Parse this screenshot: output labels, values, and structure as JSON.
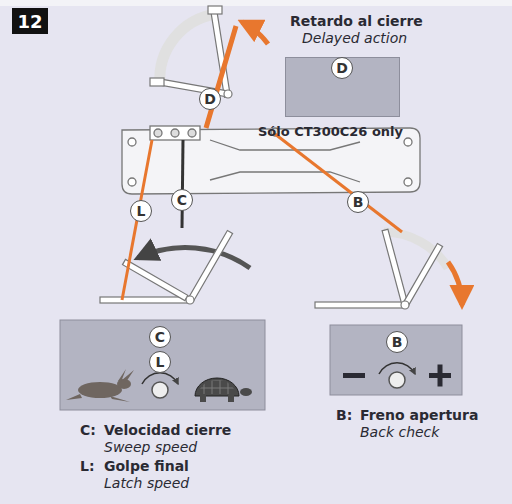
{
  "diagram": {
    "nodes": [
      {
        "text": [
          "12"
        ]
      },
      {
        "text": [
          "Retardo al cierre",
          "Delayed action"
        ]
      },
      {
        "text": [
          "D"
        ],
        "in": 1
      },
      {
        "text": [
          "D"
        ]
      },
      {
        "text": [
          "L"
        ]
      },
      {
        "text": [
          "C"
        ]
      },
      {
        "text": [
          "B"
        ]
      },
      {
        "text": [
          "C"
        ]
      },
      {
        "text": [
          "L"
        ]
      },
      {
        "text": [
          "B"
        ]
      }
    ],
    "labels": [
      "Sólo CT300C26 only",
      "C:",
      "Velocidad cierre",
      "Sweep speed",
      "L:",
      "Golpe final",
      "Latch speed",
      "B:",
      "Freno apertura",
      "Back check"
    ]
  }
}
